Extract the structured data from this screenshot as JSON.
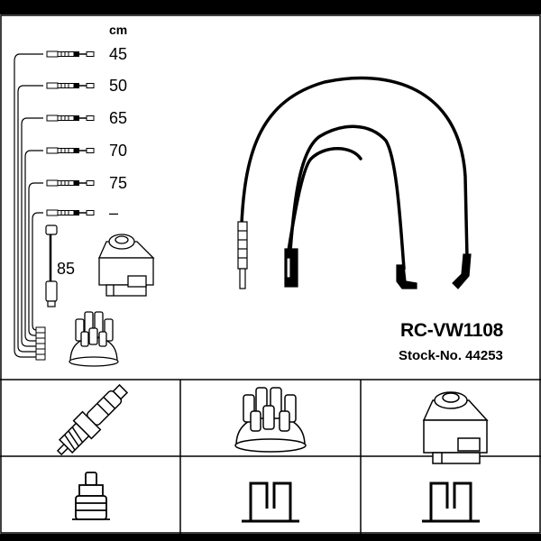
{
  "header": {
    "unit": "cm"
  },
  "lengths": [
    "45",
    "50",
    "65",
    "70",
    "75",
    "–"
  ],
  "coil_lead_length": "85",
  "product": {
    "part_number": "RC-VW1108",
    "stock_number": "Stock-No. 44253"
  },
  "colors": {
    "line": "#000000",
    "background": "#ffffff",
    "frame": "#000000"
  },
  "icons": [
    "ignition-cable-set-icon",
    "spark-plug-icon",
    "distributor-cap-icon",
    "ignition-coil-icon",
    "straight-plug-connector-icon",
    "distributor-terminal-icon",
    "coil-terminal-icon"
  ]
}
